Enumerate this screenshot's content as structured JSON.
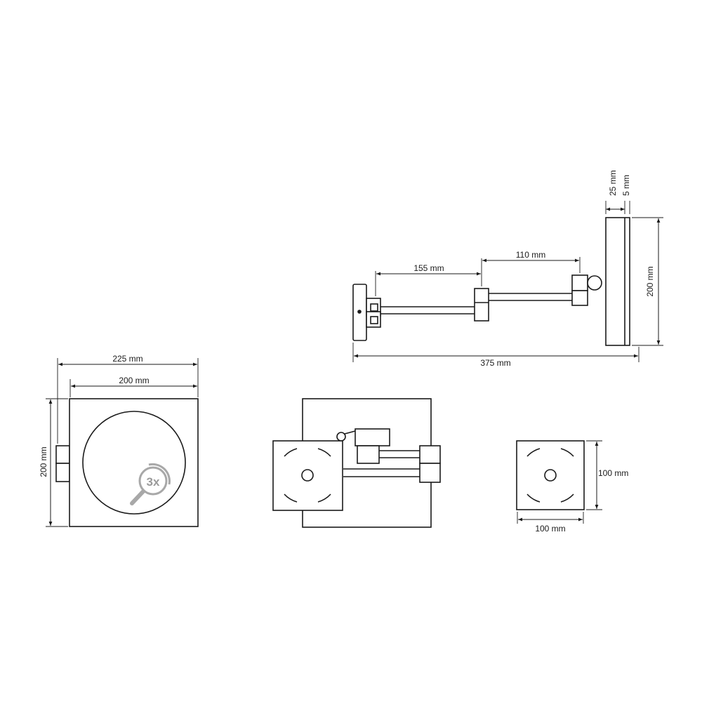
{
  "side_view": {
    "depth_25": "25 mm",
    "depth_5": "5 mm",
    "height_200": "200 mm",
    "arm_155": "155 mm",
    "arm_110": "110 mm",
    "reach_375": "375 mm"
  },
  "front_view": {
    "width_225": "225 mm",
    "width_200": "200 mm",
    "height_200": "200 mm",
    "magnification_badge": "3x",
    "badge_icon": "magnifier-icon"
  },
  "base_plate_view": {
    "height_100": "100 mm",
    "width_100": "100 mm"
  }
}
